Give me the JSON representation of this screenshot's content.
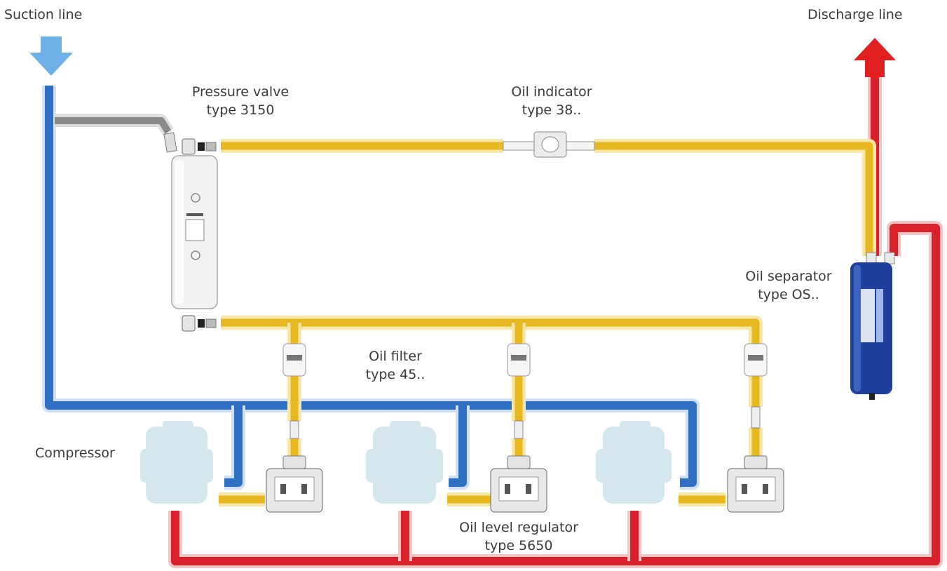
{
  "labels": {
    "suction_line": "Suction line",
    "discharge_line": "Discharge line",
    "pressure_valve": {
      "line1": "Pressure valve",
      "line2": "type 3150"
    },
    "oil_indicator": {
      "line1": "Oil indicator",
      "line2": "type 38.."
    },
    "oil_separator": {
      "line1": "Oil separator",
      "line2": "type OS.."
    },
    "oil_filter": {
      "line1": "Oil filter",
      "line2": "type 45.."
    },
    "compressor": "Compressor",
    "oil_level_regulator": {
      "line1": "Oil level regulator",
      "line2": "type 5650"
    }
  },
  "colors": {
    "suction": "#2f6fc4",
    "discharge": "#d8212a",
    "oil": "#e8b820",
    "equalizer": "#8a8a8a",
    "compressor": "#d4e6ee",
    "separator": "#1f3f9a",
    "suction_arrow": "#6fb0e8",
    "discharge_arrow": "#e02020"
  }
}
